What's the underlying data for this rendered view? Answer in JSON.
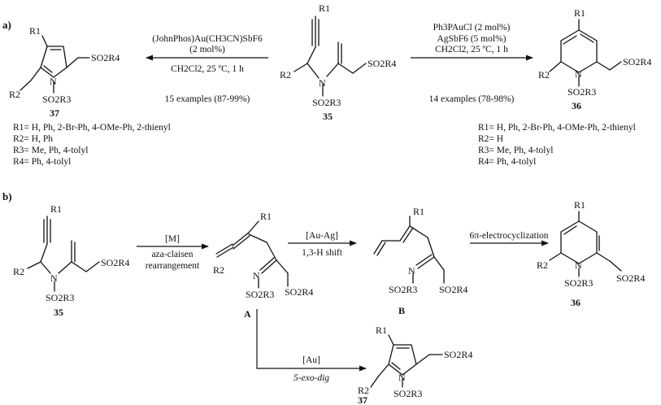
{
  "section_a": {
    "label": "a)",
    "left_arrow": {
      "reagent_1": "(JohnPhos)Au(CH3CN)SbF6",
      "reagent_2": "(2 mol%)",
      "conditions": "CH2Cl2, 25 ºC, 1 h",
      "examples": "15 examples (87-99%)"
    },
    "right_arrow": {
      "reagent_1": "Ph3PAuCl (2 mol%)",
      "reagent_2": "AgSbF6 (5 mol%)",
      "conditions": "CH2Cl2, 25 ºC, 1 h",
      "examples": "14 examples (78-98%)"
    },
    "compound_35": "35",
    "compound_37": "37",
    "compound_36": "36",
    "left_substituents": [
      "R1= H, Ph, 2-Br-Ph, 4-OMe-Ph, 2-thienyl",
      "R2= H, Ph",
      "R3= Me, Ph, 4-tolyl",
      "R4= Ph, 4-tolyl"
    ],
    "right_substituents": [
      "R1= H, Ph, 2-Br-Ph, 4-OMe-Ph, 2-thienyl",
      "R2= H",
      "R3= Me, Ph, 4-tolyl",
      "R4= Ph, 4-tolyl"
    ]
  },
  "section_b": {
    "label": "b)",
    "arrow_1_top": "[M]",
    "arrow_1_mid": "aza-claisen",
    "arrow_1_bottom": "rearrangement",
    "arrow_2_top": "[Au-Ag]",
    "arrow_2_bottom": "1,3-H shift",
    "arrow_3_top": "6π-electrocyclization",
    "arrow_4_top": "[Au]",
    "arrow_4_bottom": "5-exo-dig",
    "compound_35": "35",
    "intermediate_A": "A",
    "intermediate_B": "B",
    "compound_36": "36",
    "compound_37": "37"
  },
  "atoms": {
    "R1": "R1",
    "R2": "R2",
    "N": "N",
    "SO2R3": "SO2R3",
    "SO2R4": "SO2R4"
  }
}
